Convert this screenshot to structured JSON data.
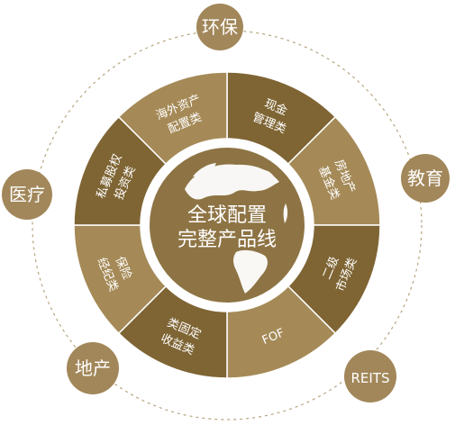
{
  "center": {
    "line1": "全球配置",
    "line2": "完整产品线"
  },
  "segments": [
    {
      "lines": [
        "现金",
        "管理类"
      ],
      "color": "#7f6534"
    },
    {
      "lines": [
        "房地产",
        "基金类"
      ],
      "color": "#a58a57"
    },
    {
      "lines": [
        "二级",
        "市场类"
      ],
      "color": "#7f6534"
    },
    {
      "lines": [
        "FOF"
      ],
      "color": "#a58a57"
    },
    {
      "lines": [
        "类固定",
        "收益类"
      ],
      "color": "#7f6534"
    },
    {
      "lines": [
        "保险",
        "经纪类"
      ],
      "color": "#a58a57"
    },
    {
      "lines": [
        "私募股权",
        "投资类"
      ],
      "color": "#7f6534"
    },
    {
      "lines": [
        "海外资产",
        "配置类"
      ],
      "color": "#a58a57"
    }
  ],
  "outer_nodes": [
    {
      "label": "环保"
    },
    {
      "label": "教育"
    },
    {
      "label": "REITS"
    },
    {
      "label": "地产"
    },
    {
      "label": "医疗"
    }
  ],
  "colors": {
    "dark": "#7f6534",
    "light": "#a58a57",
    "node": "#a2875a",
    "center": "#8e7444",
    "dash": "#b7a57f",
    "text": "#ffffff"
  }
}
